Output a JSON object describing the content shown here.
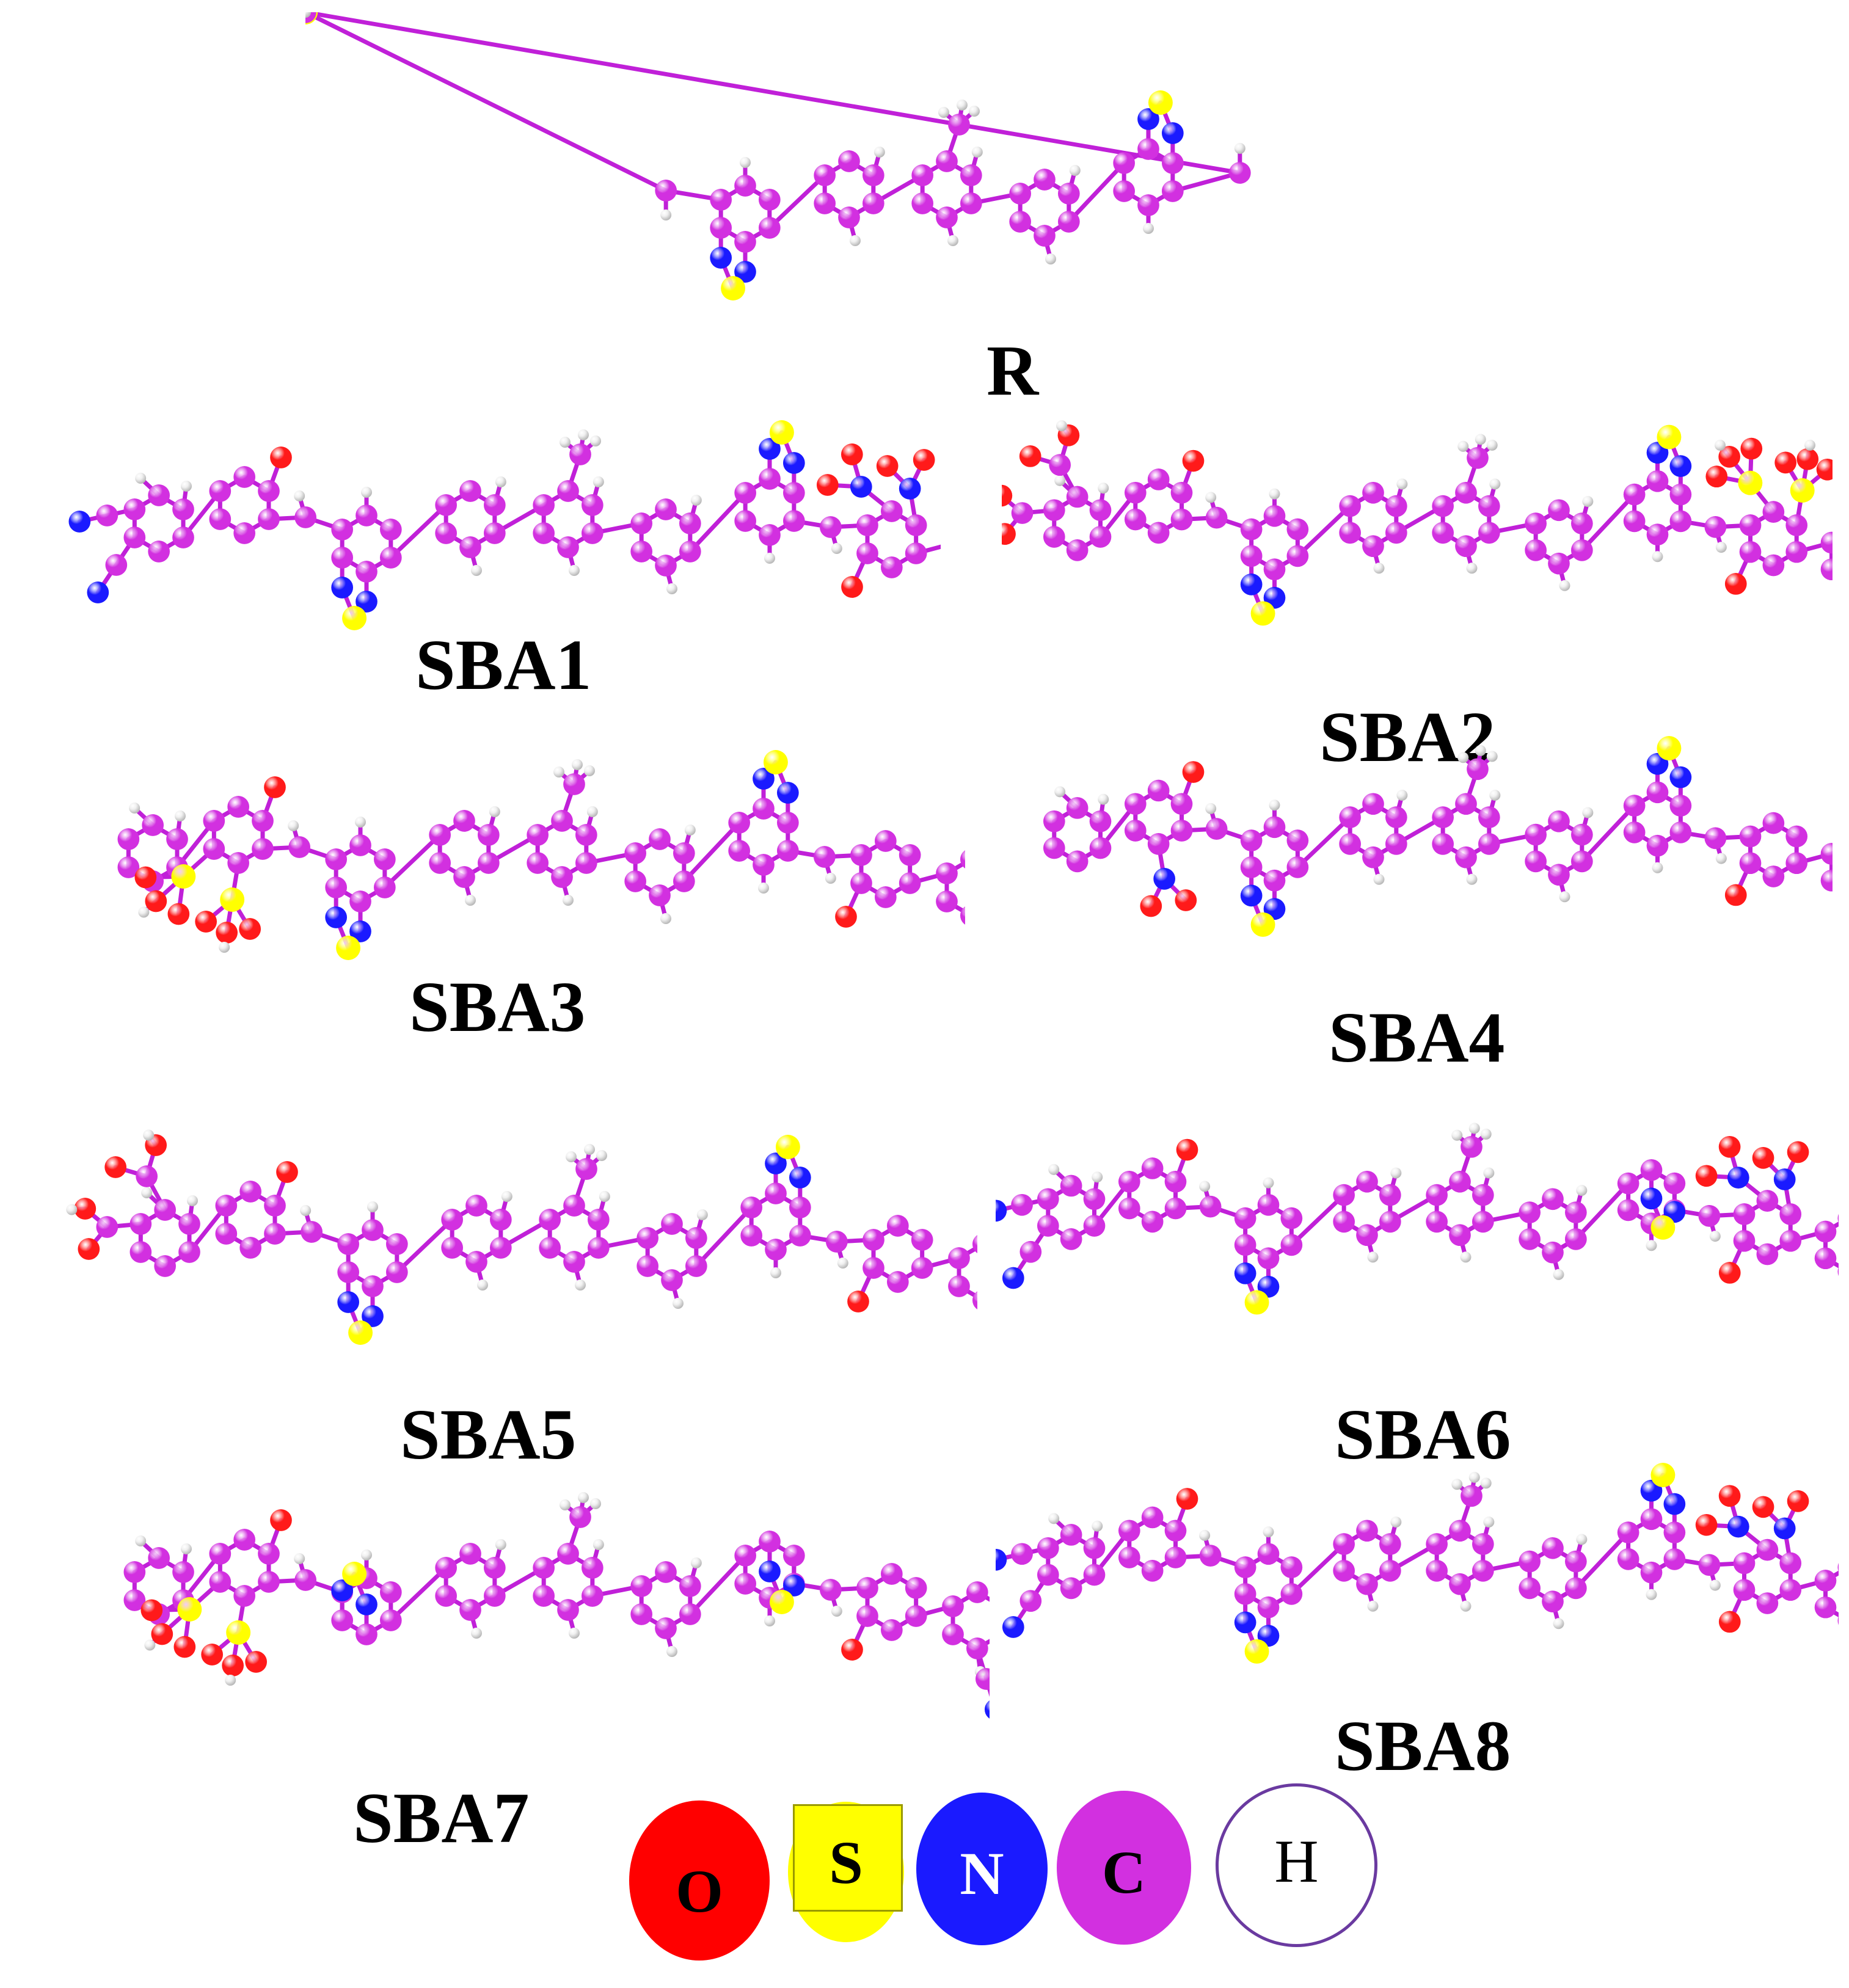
{
  "figure": {
    "molecules": [
      {
        "id": "R",
        "label": "R"
      },
      {
        "id": "SBA1",
        "label": "SBA1"
      },
      {
        "id": "SBA2",
        "label": "SBA2"
      },
      {
        "id": "SBA3",
        "label": "SBA3"
      },
      {
        "id": "SBA4",
        "label": "SBA4"
      },
      {
        "id": "SBA5",
        "label": "SBA5"
      },
      {
        "id": "SBA6",
        "label": "SBA6"
      },
      {
        "id": "SBA7",
        "label": "SBA7"
      },
      {
        "id": "SBA8",
        "label": "SBA8"
      }
    ]
  },
  "legend": {
    "items": [
      {
        "symbol": "O",
        "color": "#ff0000",
        "shape": "ellipse"
      },
      {
        "symbol": "S",
        "color": "#ffff00",
        "shape": "square-circle"
      },
      {
        "symbol": "N",
        "color": "#1a1aff",
        "shape": "ellipse"
      },
      {
        "symbol": "C",
        "color": "#d230e0",
        "shape": "ellipse"
      },
      {
        "symbol": "H",
        "color": "#ffffff",
        "shape": "ring"
      }
    ]
  },
  "colors": {
    "carbon": "#d230e0",
    "bond": "#c020d8",
    "oxygen": "#ff1a1a",
    "sulfur": "#ffff00",
    "nitrogen": "#1a1aff",
    "hydrogen": "#f0f0f0"
  }
}
